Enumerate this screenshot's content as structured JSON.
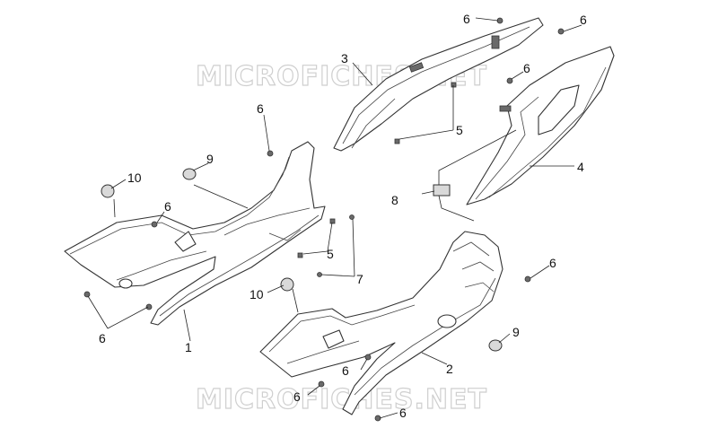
{
  "watermark": "MICROFICHES.NET",
  "callouts": {
    "c1": "1",
    "c2": "2",
    "c3": "3",
    "c4": "4",
    "c5a": "5",
    "c5b": "5",
    "c6a": "6",
    "c6b": "6",
    "c6c": "6",
    "c6d": "6",
    "c6e": "6",
    "c6f": "6",
    "c6g": "6",
    "c6h": "6",
    "c6i": "6",
    "c6j": "6",
    "c7": "7",
    "c8": "8",
    "c9a": "9",
    "c9b": "9",
    "c10a": "10",
    "c10b": "10"
  }
}
